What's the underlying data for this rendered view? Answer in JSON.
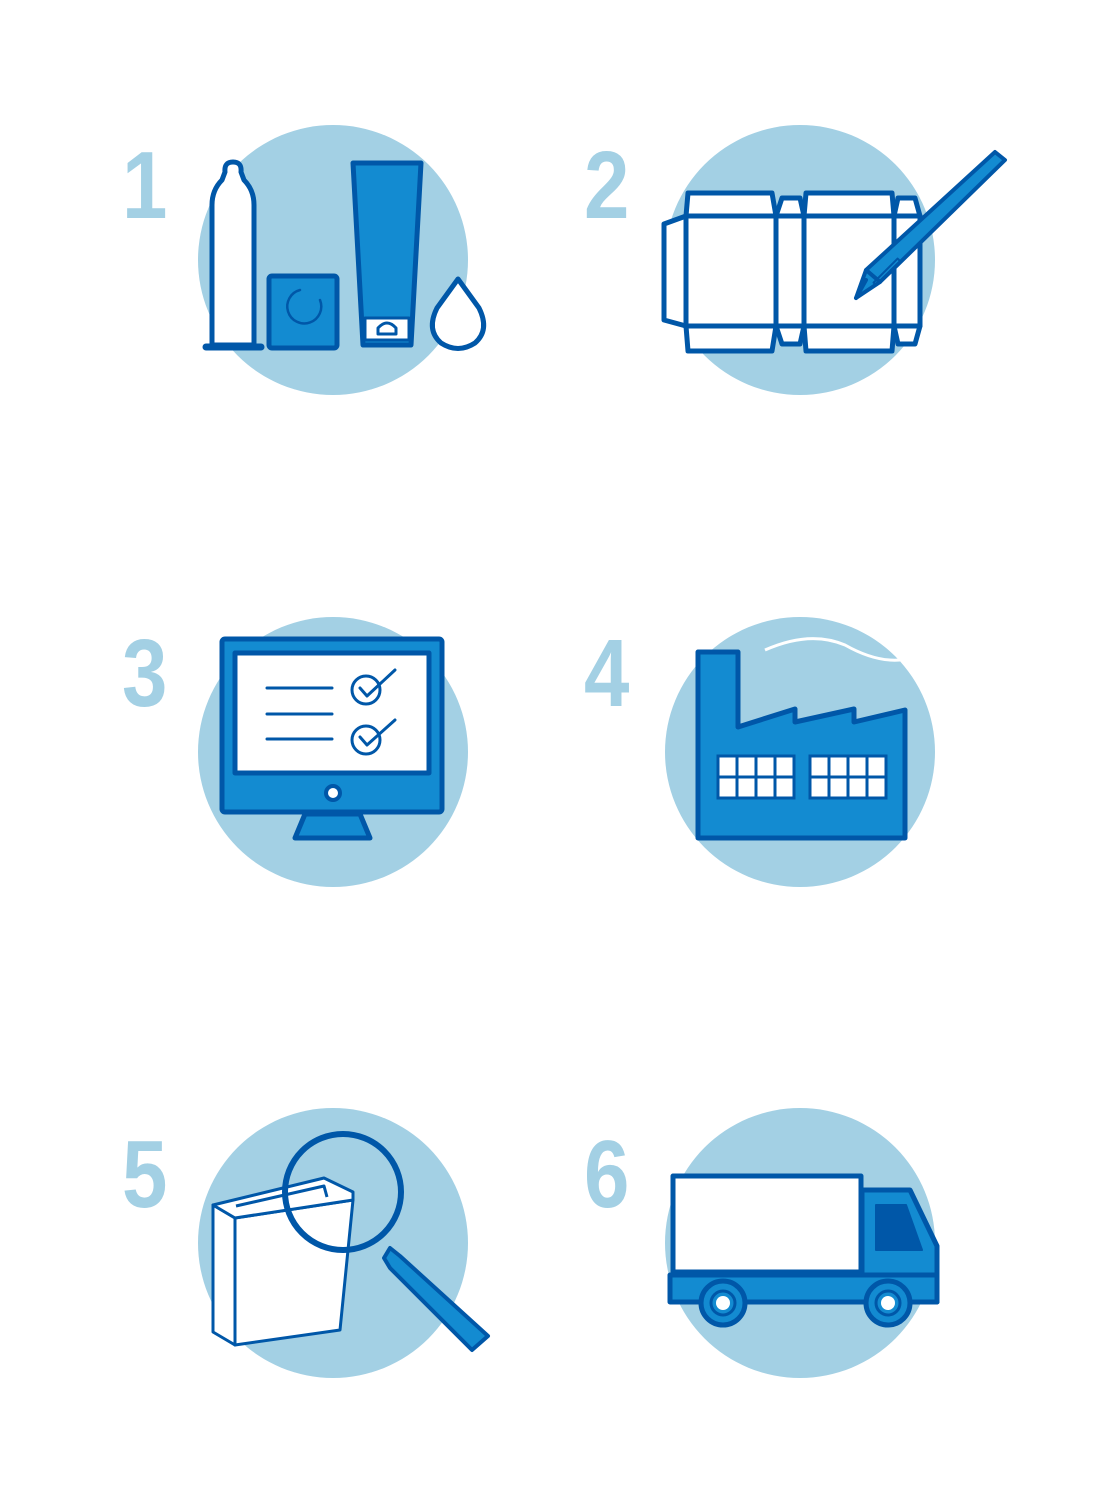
{
  "colors": {
    "circle": "#A3D0E4",
    "outline": "#0057A8",
    "fill": "#138BD1",
    "background": "#FFFFFF",
    "number": "#A3D0E4"
  },
  "steps": [
    {
      "number": "1",
      "icon": "condom-lubricant-icon"
    },
    {
      "number": "2",
      "icon": "box-dieline-pen-icon"
    },
    {
      "number": "3",
      "icon": "monitor-checklist-icon"
    },
    {
      "number": "4",
      "icon": "factory-icon"
    },
    {
      "number": "5",
      "icon": "box-magnifier-icon"
    },
    {
      "number": "6",
      "icon": "delivery-truck-icon"
    }
  ]
}
